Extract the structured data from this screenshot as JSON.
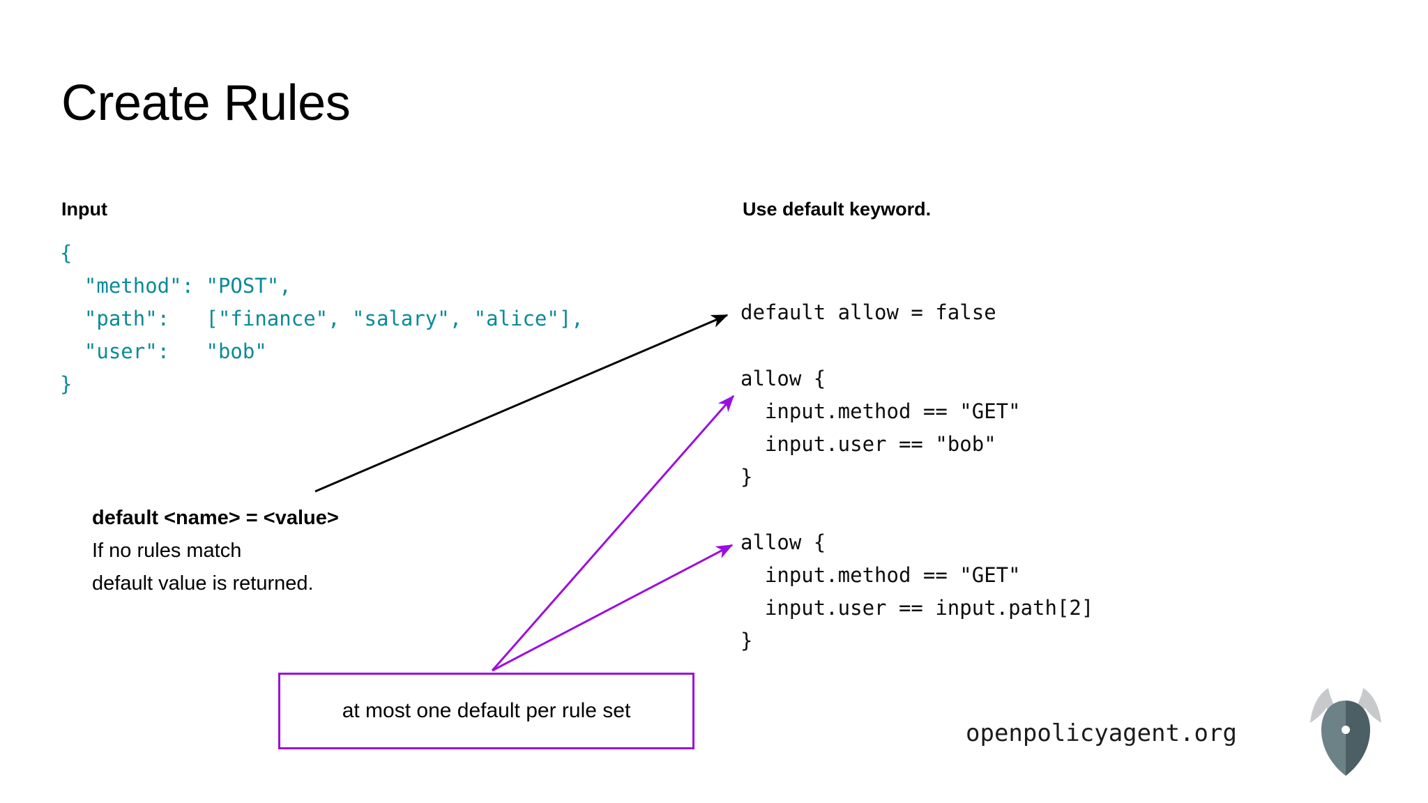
{
  "slide": {
    "title": "Create Rules",
    "background_color": "#ffffff"
  },
  "left_column": {
    "heading": "Input",
    "code": "{\n  \"method\": \"POST\",\n  \"path\":   [\"finance\", \"salary\", \"alice\"],\n  \"user\":   \"bob\"\n}",
    "code_color": "#0b8a96"
  },
  "annotation": {
    "syntax": "default <name> = <value>",
    "line1": "If no rules match",
    "line2": "default value is returned."
  },
  "callout": {
    "text": "at most one default per rule set",
    "border_color": "#9b0ee0"
  },
  "right_column": {
    "heading": "Use default keyword.",
    "default_rule": "default allow = false",
    "allow_rule_1": "allow {\n  input.method == \"GET\"\n  input.user == \"bob\"\n}",
    "allow_rule_2": "allow {\n  input.method == \"GET\"\n  input.user == input.path[2]\n}",
    "code_color": "#0d0d0d"
  },
  "footer": {
    "url": "openpolicyagent.org",
    "logo_name": "opa-viking-helmet-logo"
  },
  "arrows": {
    "black_arrow_label": "points from default syntax annotation to default allow = false",
    "purple_arrow_1_label": "points from callout box to first allow rule",
    "purple_arrow_2_label": "points from callout box to second allow rule",
    "black_color": "#000000",
    "purple_color": "#9b0ee0"
  }
}
